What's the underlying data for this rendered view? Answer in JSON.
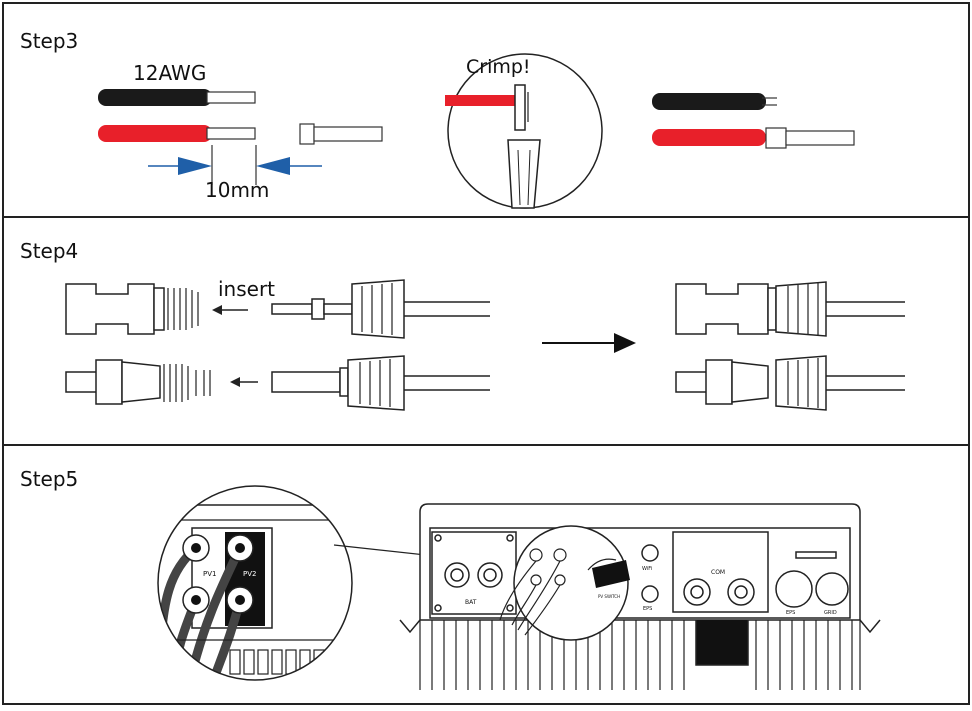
{
  "step3": {
    "title": "Step3",
    "wire_gauge": "12AWG",
    "strip_length": "10mm",
    "crimp_label": "Crimp!"
  },
  "step4": {
    "title": "Step4",
    "insert_label": "insert"
  },
  "step5": {
    "title": "Step5",
    "port_labels": {
      "pv1": "PV1",
      "pv2": "PV2",
      "bat": "BAT",
      "com": "COM",
      "wifi": "WiFi",
      "eps_small": "EPS",
      "eps": "EPS",
      "grid": "GRID",
      "pv_switch": "PV SWITCH"
    }
  },
  "colors": {
    "black_wire": "#1a1a1a",
    "red_wire": "#e8202a",
    "arrow_blue": "#1f5fa8",
    "border": "#222222"
  }
}
